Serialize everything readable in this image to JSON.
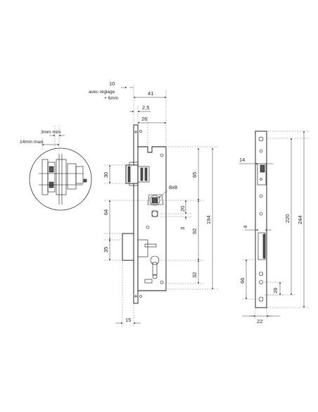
{
  "dimensions": {
    "d10": "10",
    "adjust_note_line1": "avec réglage",
    "adjust_note_line2": "+ 6mm",
    "d41": "41",
    "d2_5": "2,5",
    "d26": "26",
    "d3mm_mini": "3mm mini",
    "d14mm_maxi": "14mm maxi",
    "d30": "30",
    "d65": "65",
    "d8x8": "8x8",
    "d20": "20",
    "d64": "64",
    "d3": "3",
    "d194": "194",
    "d92": "92",
    "d35": "35",
    "d32": "32",
    "d15": "15",
    "strike_d14": "14",
    "strike_d8": "8",
    "strike_d220": "220",
    "strike_d244": "244",
    "strike_d66": "66",
    "strike_d26": "26",
    "strike_d22": "22"
  }
}
